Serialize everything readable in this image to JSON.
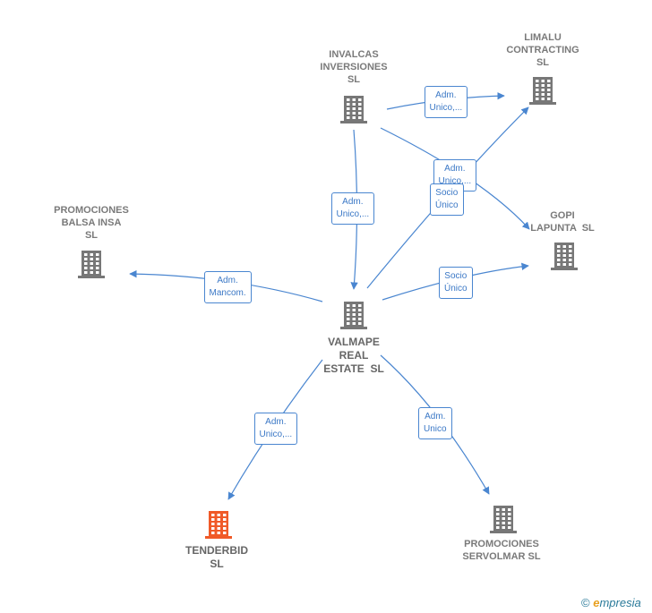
{
  "nodes": [
    {
      "id": "invalcas",
      "label": "INVALCAS\nINVERSIONES\nSL",
      "color": "#777777"
    },
    {
      "id": "limalu",
      "label": "LIMALU\nCONTRACTING\nSL",
      "color": "#777777"
    },
    {
      "id": "promobalsa",
      "label": "PROMOCIONES\nBALSA INSA\nSL",
      "color": "#777777"
    },
    {
      "id": "gopi",
      "label": "GOPI\nLAPUNTA  SL",
      "color": "#777777"
    },
    {
      "id": "valmape",
      "label": "VALMAPE\nREAL\nESTATE  SL",
      "color": "#777777"
    },
    {
      "id": "tenderbid",
      "label": "TENDERBID\nSL",
      "color": "#f05a28"
    },
    {
      "id": "servolmar",
      "label": "PROMOCIONES\nSERVOLMAR SL",
      "color": "#777777"
    }
  ],
  "edges": [
    {
      "from": "invalcas",
      "to": "limalu",
      "label": "Adm.\nUnico,..."
    },
    {
      "from": "invalcas",
      "to": "gopi",
      "label": "Adm.\nUnico,..."
    },
    {
      "from": "invalcas",
      "to": "valmape",
      "label": "Adm.\nUnico,..."
    },
    {
      "from": "valmape",
      "to": "limalu",
      "label": "Socio\nÚnico"
    },
    {
      "from": "valmape",
      "to": "promobalsa",
      "label": "Adm.\nMancom."
    },
    {
      "from": "valmape",
      "to": "gopi",
      "label": "Socio\nÚnico"
    },
    {
      "from": "valmape",
      "to": "tenderbid",
      "label": "Adm.\nUnico,..."
    },
    {
      "from": "valmape",
      "to": "servolmar",
      "label": "Adm.\nUnico"
    }
  ],
  "footer": {
    "copyright": "©",
    "brand_initial": "e",
    "brand_rest": "mpresia"
  },
  "colors": {
    "edge": "#4a86d0",
    "node": "#777777",
    "focus": "#f05a28"
  },
  "icons": {
    "node": "building-icon"
  }
}
